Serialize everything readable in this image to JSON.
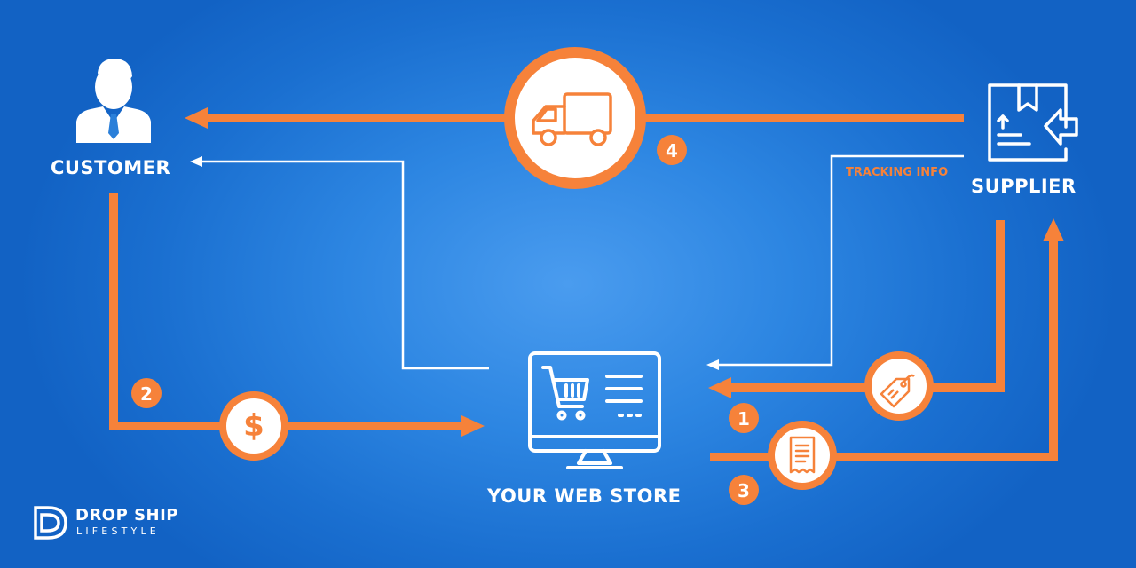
{
  "nodes": {
    "customer": "CUSTOMER",
    "supplier": "SUPPLIER",
    "store": "YOUR WEB STORE"
  },
  "annotation": {
    "tracking": "TRACKING INFO"
  },
  "steps": [
    "1",
    "2",
    "3",
    "4"
  ],
  "brand": {
    "line1": "DROP SHIP",
    "line2": "LIFESTYLE"
  },
  "icons": {
    "customer": "person-icon",
    "supplier": "package-return-icon",
    "store": "monitor-cart-icon",
    "shipping": "truck-icon",
    "payment": "dollar-icon",
    "order": "price-tag-icon",
    "invoice": "receipt-icon"
  },
  "colors": {
    "accent": "#f6823a",
    "line": "#ffffff",
    "background": "#2d86e2"
  }
}
